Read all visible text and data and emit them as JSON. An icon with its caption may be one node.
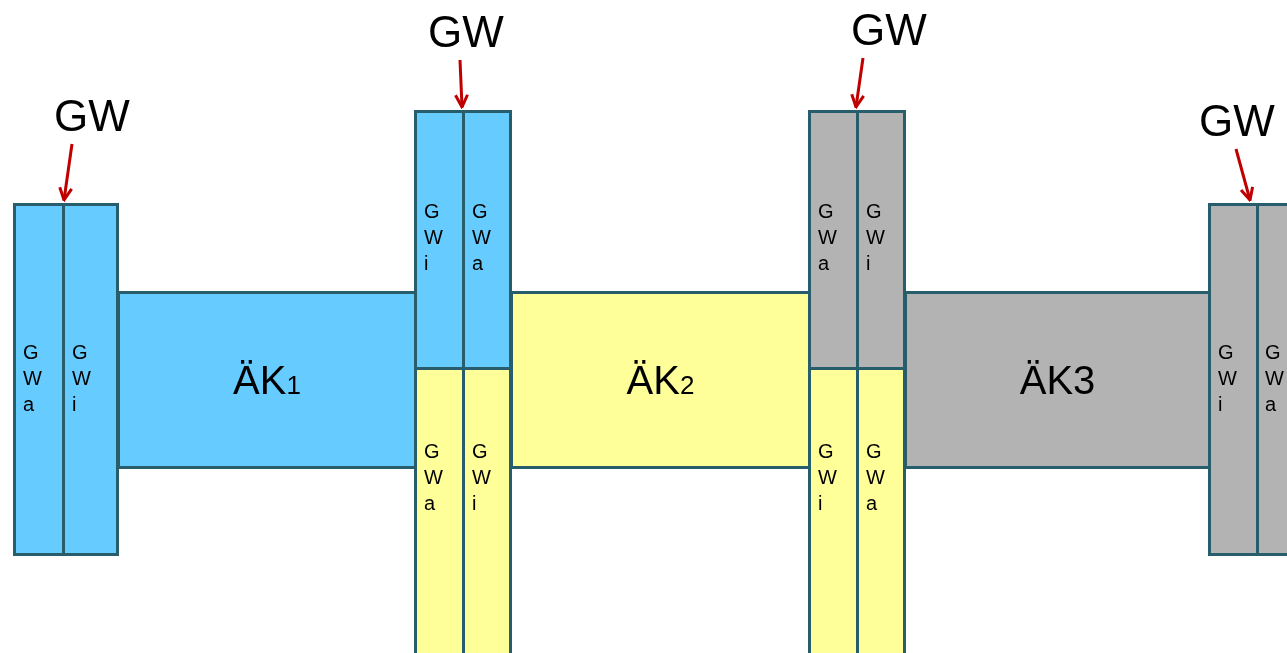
{
  "diagram": {
    "nodes": [
      {
        "text": [
          "GW"
        ]
      },
      {
        "text": [
          "G W a"
        ]
      },
      {
        "text": [
          "G W i"
        ]
      },
      {
        "text": [
          "ÄK$_{1}$"
        ]
      },
      {
        "text": [
          "GW"
        ]
      },
      {
        "text": [
          "G W i"
        ]
      },
      {
        "text": [
          "G W a"
        ]
      },
      {
        "text": [
          "G W a"
        ]
      },
      {
        "text": [
          "G W i"
        ]
      },
      {
        "text": [
          "ÄK$_{2}$"
        ]
      },
      {
        "text": [
          "GW"
        ]
      },
      {
        "text": [
          "G W a"
        ]
      },
      {
        "text": [
          "G W i"
        ]
      },
      {
        "text": [
          "G W i"
        ]
      },
      {
        "text": [
          "G W a"
        ]
      },
      {
        "text": [
          "ÄK3"
        ]
      },
      {
        "text": [
          "GW"
        ]
      },
      {
        "text": [
          "G W i"
        ]
      },
      {
        "text": [
          "G W a"
        ]
      }
    ],
    "edges": [
      {
        "from": 0,
        "to": 1,
        "arrow": "to"
      },
      {
        "from": 4,
        "to": 6,
        "arrow": "to"
      },
      {
        "from": 10,
        "to": 12,
        "arrow": "to"
      },
      {
        "from": 16,
        "to": 17,
        "arrow": "to"
      }
    ]
  }
}
